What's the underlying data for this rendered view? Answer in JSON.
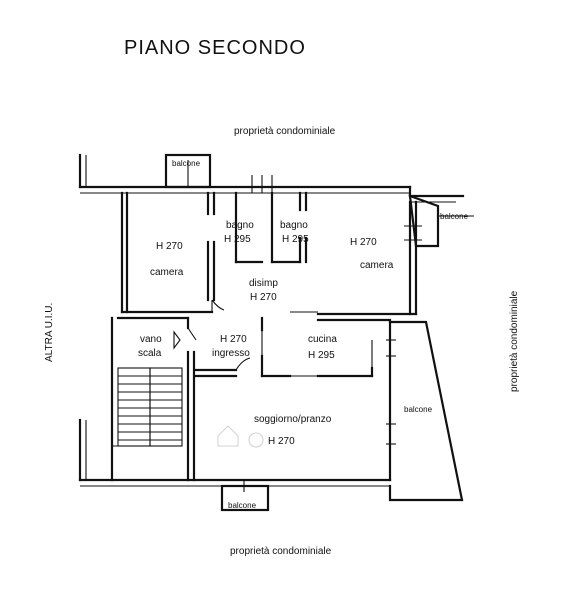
{
  "title": "PIANO SECONDO",
  "labels": {
    "neighbor_top": "proprietà condominiale",
    "neighbor_bottom": "proprietà condominiale",
    "neighbor_right": "proprietà condominiale",
    "neighbor_left": "ALTRA U.I.U.",
    "balcony_top": "balcone",
    "balcony_right": "balcone",
    "balcony_bottom": "balcone",
    "balcony_side": "balcone"
  },
  "rooms": {
    "camera_left": {
      "name": "camera",
      "height": "H 270"
    },
    "bagno_1": {
      "name": "bagno",
      "height": "H 295"
    },
    "bagno_2": {
      "name": "bagno",
      "height": "H 295"
    },
    "camera_right": {
      "name": "camera",
      "height": "H 270"
    },
    "disimp": {
      "name": "disimp",
      "height": "H 270"
    },
    "vano_scala": {
      "name": "vano",
      "name2": "scala"
    },
    "ingresso": {
      "name": "ingresso",
      "height": "H 270"
    },
    "cucina": {
      "name": "cucina",
      "height": "H 295"
    },
    "soggiorno": {
      "name": "soggiorno/pranzo",
      "height": "H 270"
    }
  }
}
